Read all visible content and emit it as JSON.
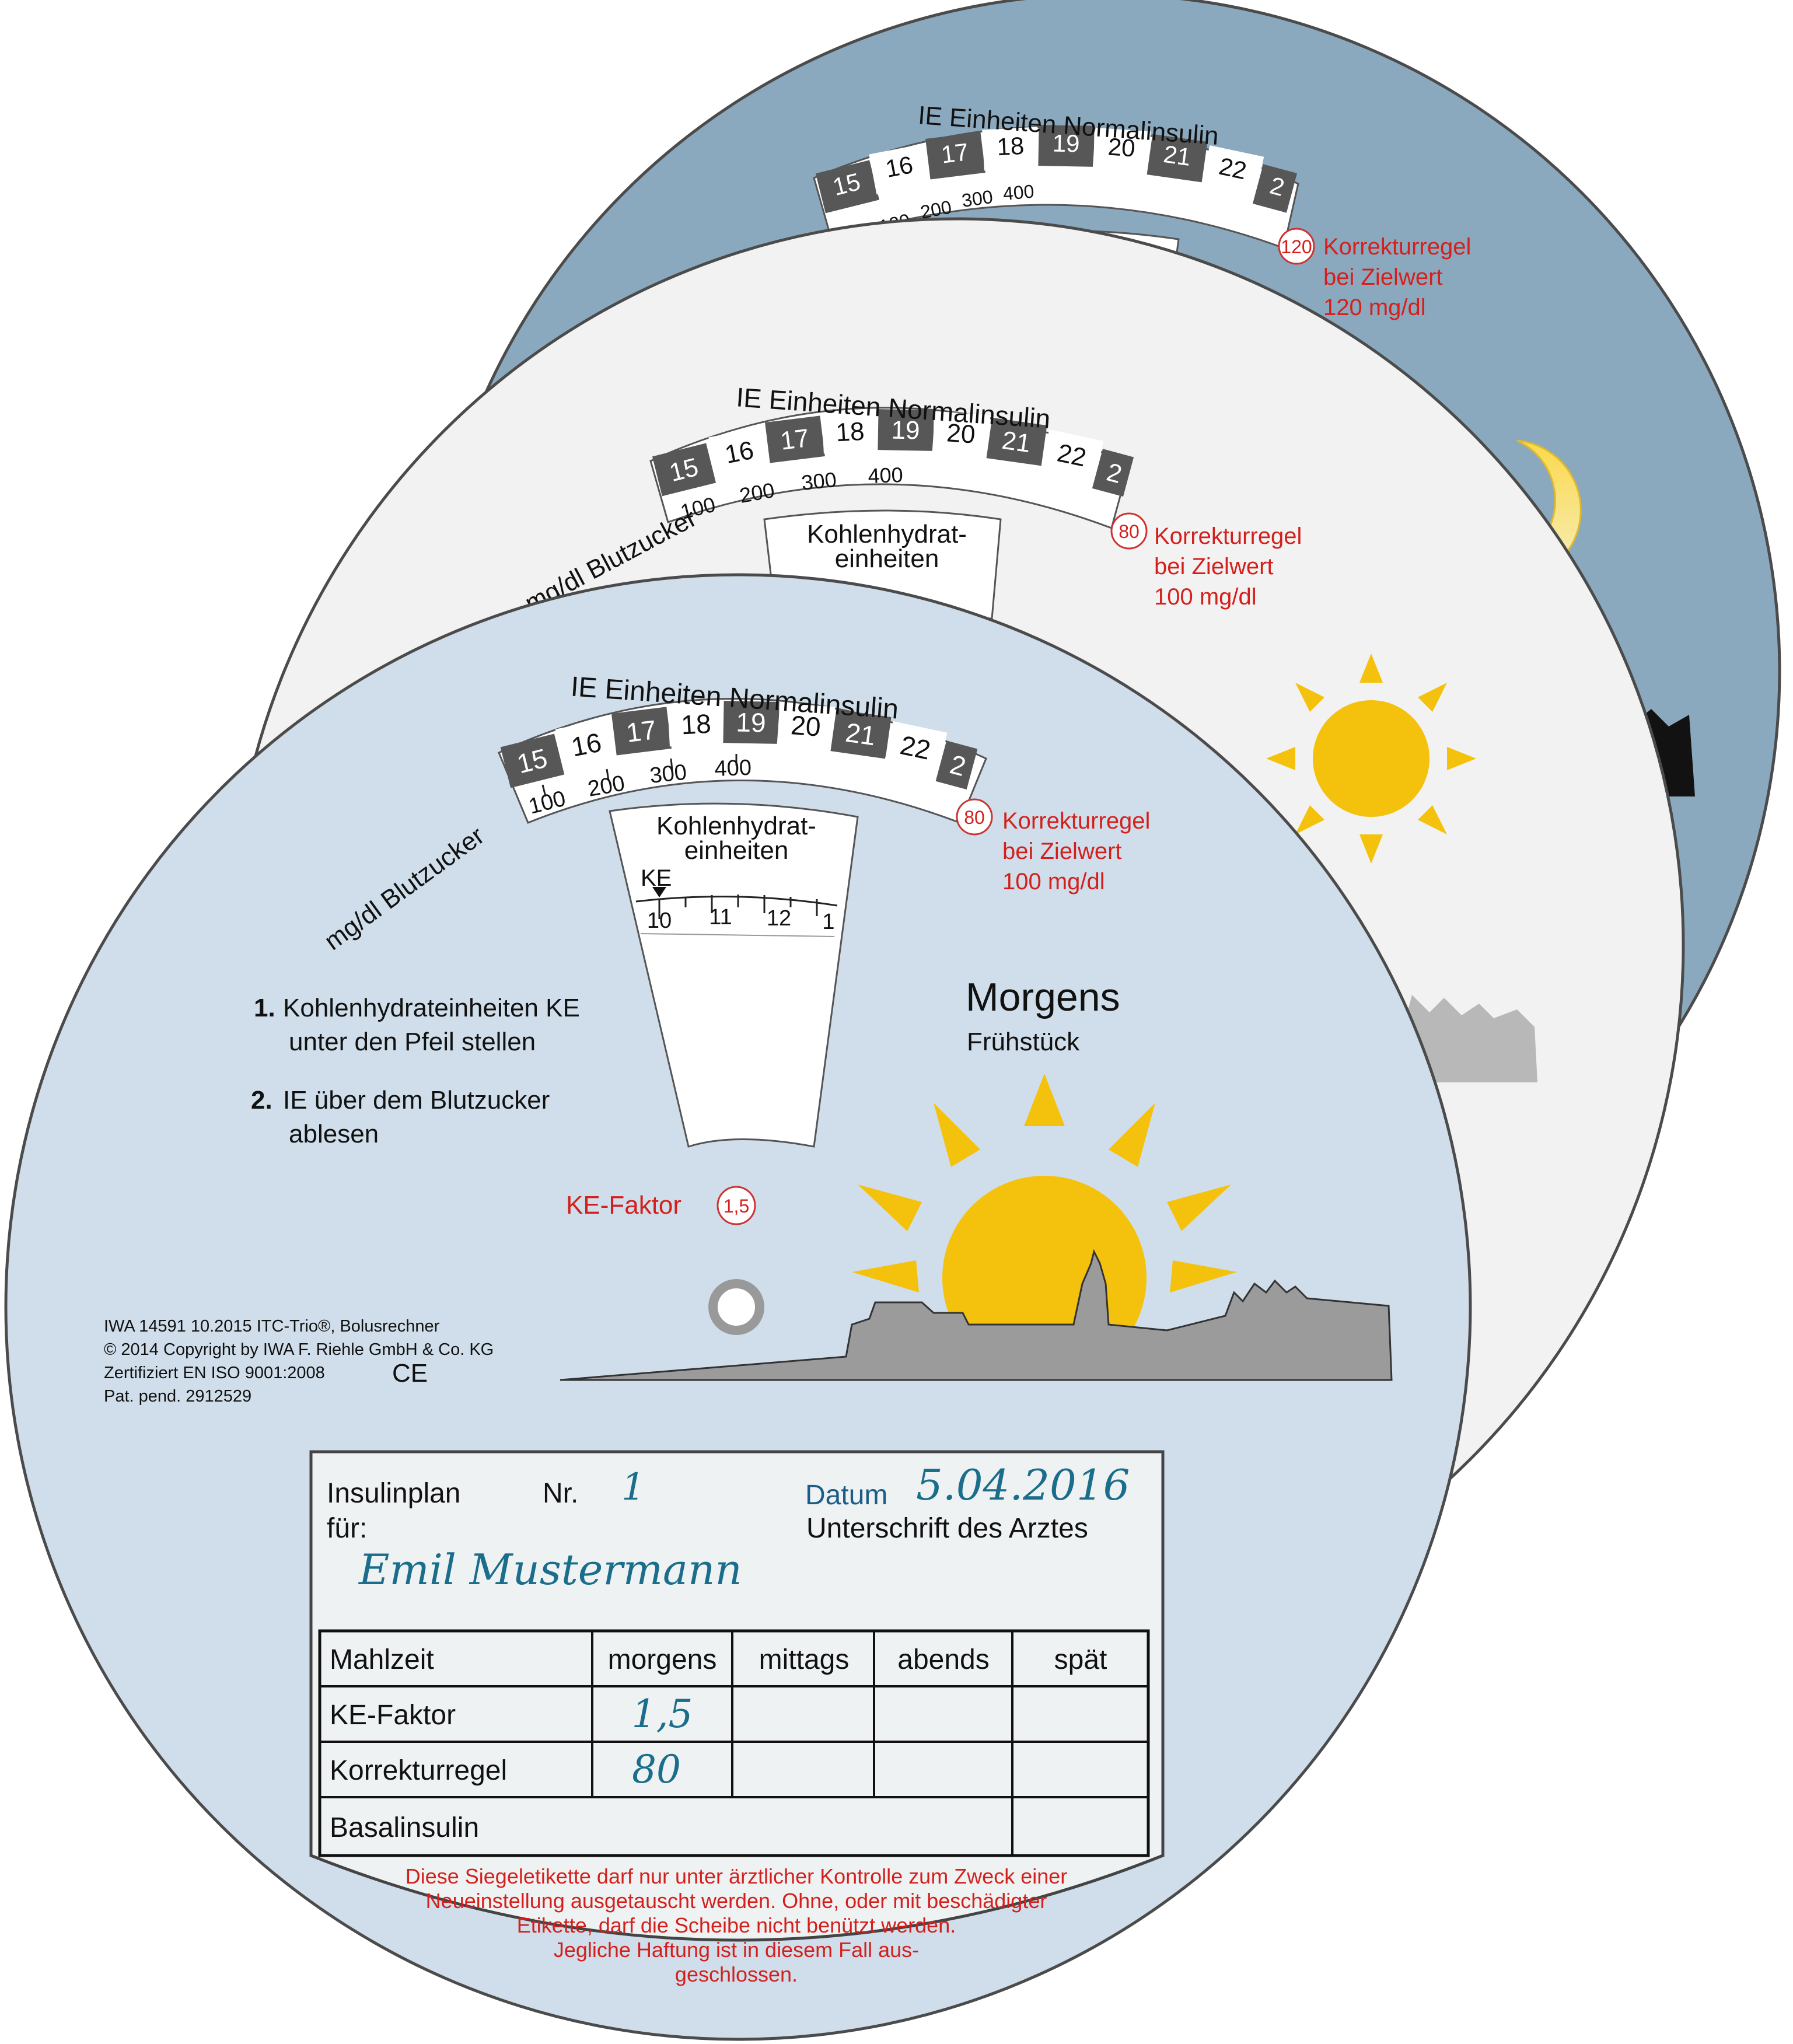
{
  "scale": {
    "title": "IE Einheiten Normalinsulin",
    "ie_units": [
      "15",
      "16",
      "17",
      "18",
      "19",
      "20",
      "21",
      "22",
      "2"
    ],
    "bz_front": [
      "100",
      "200",
      "300",
      "400"
    ],
    "bz_back": [
      "120",
      "200",
      "300",
      "400"
    ]
  },
  "window": {
    "title_line1": "Kohlenhydrat-",
    "title_line2": "einheiten",
    "ke_label": "KE",
    "ke_numbers": [
      "10",
      "11",
      "12",
      "1"
    ]
  },
  "axis_label": "mg/dl Blutzucker",
  "correction": {
    "label_line1": "Korrekturregel",
    "label_line2": "bei Zielwert",
    "front_value": "80",
    "front_target": "100 mg/dl",
    "middle_value": "80",
    "middle_target": "100 mg/dl",
    "back_value": "120",
    "back_target": "120 mg/dl"
  },
  "back_disc": {
    "title_fragment": "nds",
    "colors": {
      "disc": "#8ba9be",
      "moon": "#f7d448"
    }
  },
  "front_disc": {
    "title": "Morgens",
    "subtitle": "Frühstück",
    "step1_num": "1.",
    "step1_line1": "Kohlenhydrateinheiten KE",
    "step1_line2": "unter den Pfeil stellen",
    "step2_num": "2.",
    "step2_line1": "IE über dem Blutzucker",
    "step2_line2": "ablesen",
    "ke_faktor_label": "KE-Faktor",
    "ke_faktor_value": "1,5",
    "imprint": [
      "IWA 14591  10.2015 ITC-Trio®, Bolusrechner",
      "© 2014 Copyright by IWA F. Riehle GmbH & Co. KG",
      "Zertifiziert EN ISO 9001:2008",
      "Pat. pend. 2912529"
    ],
    "ce_mark": "CE",
    "colors": {
      "disc": "#cfdeea",
      "sun": "#f4c20d",
      "skyline": "#9b9b9b",
      "red": "#d4201c"
    }
  },
  "label": {
    "insulinplan": "Insulinplan",
    "fuer": "für:",
    "nr_label": "Nr.",
    "nr_value": "1",
    "datum_label": "Datum",
    "datum_value": "5.04.2016",
    "signature_label": "Unterschrift des Arztes",
    "patient": "Emil Mustermann",
    "table": {
      "headers": [
        "Mahlzeit",
        "morgens",
        "mittags",
        "abends",
        "spät"
      ],
      "rows": [
        [
          "KE-Faktor",
          "1,5",
          "",
          "",
          ""
        ],
        [
          "Korrekturregel",
          "80",
          "",
          "",
          ""
        ],
        [
          "Basalinsulin",
          "",
          "",
          "",
          ""
        ]
      ]
    },
    "warning": [
      "Diese Siegeletikette darf nur unter ärztlicher Kontrolle zum Zweck einer",
      "Neueinstellung ausgetauscht werden. Ohne, oder mit beschädigter",
      "Etikette, darf die Scheibe nicht benützt werden.",
      "Jegliche Haftung ist in diesem Fall aus-",
      "geschlossen."
    ]
  }
}
